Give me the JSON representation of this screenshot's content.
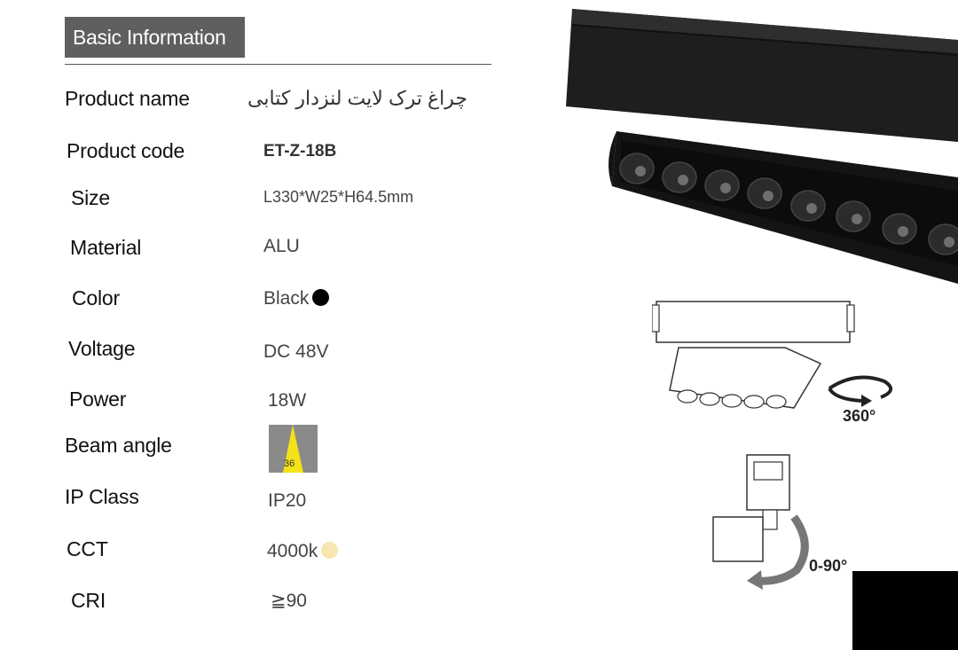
{
  "section_title": "Basic Information",
  "specs": [
    {
      "label": "Product name",
      "value": "چراغ ترک لایت لنزدار کتابی"
    },
    {
      "label": "Product code",
      "value": "ET-Z-18B"
    },
    {
      "label": "Size",
      "value": "L330*W25*H64.5mm"
    },
    {
      "label": "Material",
      "value": "ALU"
    },
    {
      "label": "Color",
      "value": "Black"
    },
    {
      "label": "Voltage",
      "value": "DC 48V"
    },
    {
      "label": "Power",
      "value": "18W"
    },
    {
      "label": "Beam angle",
      "value": "36"
    },
    {
      "label": "IP Class",
      "value": "IP20"
    },
    {
      "label": "CCT",
      "value": "4000k"
    },
    {
      "label": "CRI",
      "value": "≧90"
    }
  ],
  "colors": {
    "header_bg": "#5f5f5f",
    "color_swatch": "#000000",
    "cct_swatch": "#f7e6b0",
    "beam_cone": "#f5e11a",
    "product_body": "#1c1c1c"
  },
  "diagrams": {
    "rotation_label": "360°",
    "tilt_label": "0-90°"
  },
  "icons": {
    "color": "black-dot-icon",
    "cct": "warm-dot-icon",
    "beam": "beam-cone-icon",
    "rotate": "rotate-arrow-icon",
    "tilt": "tilt-arrow-icon"
  }
}
